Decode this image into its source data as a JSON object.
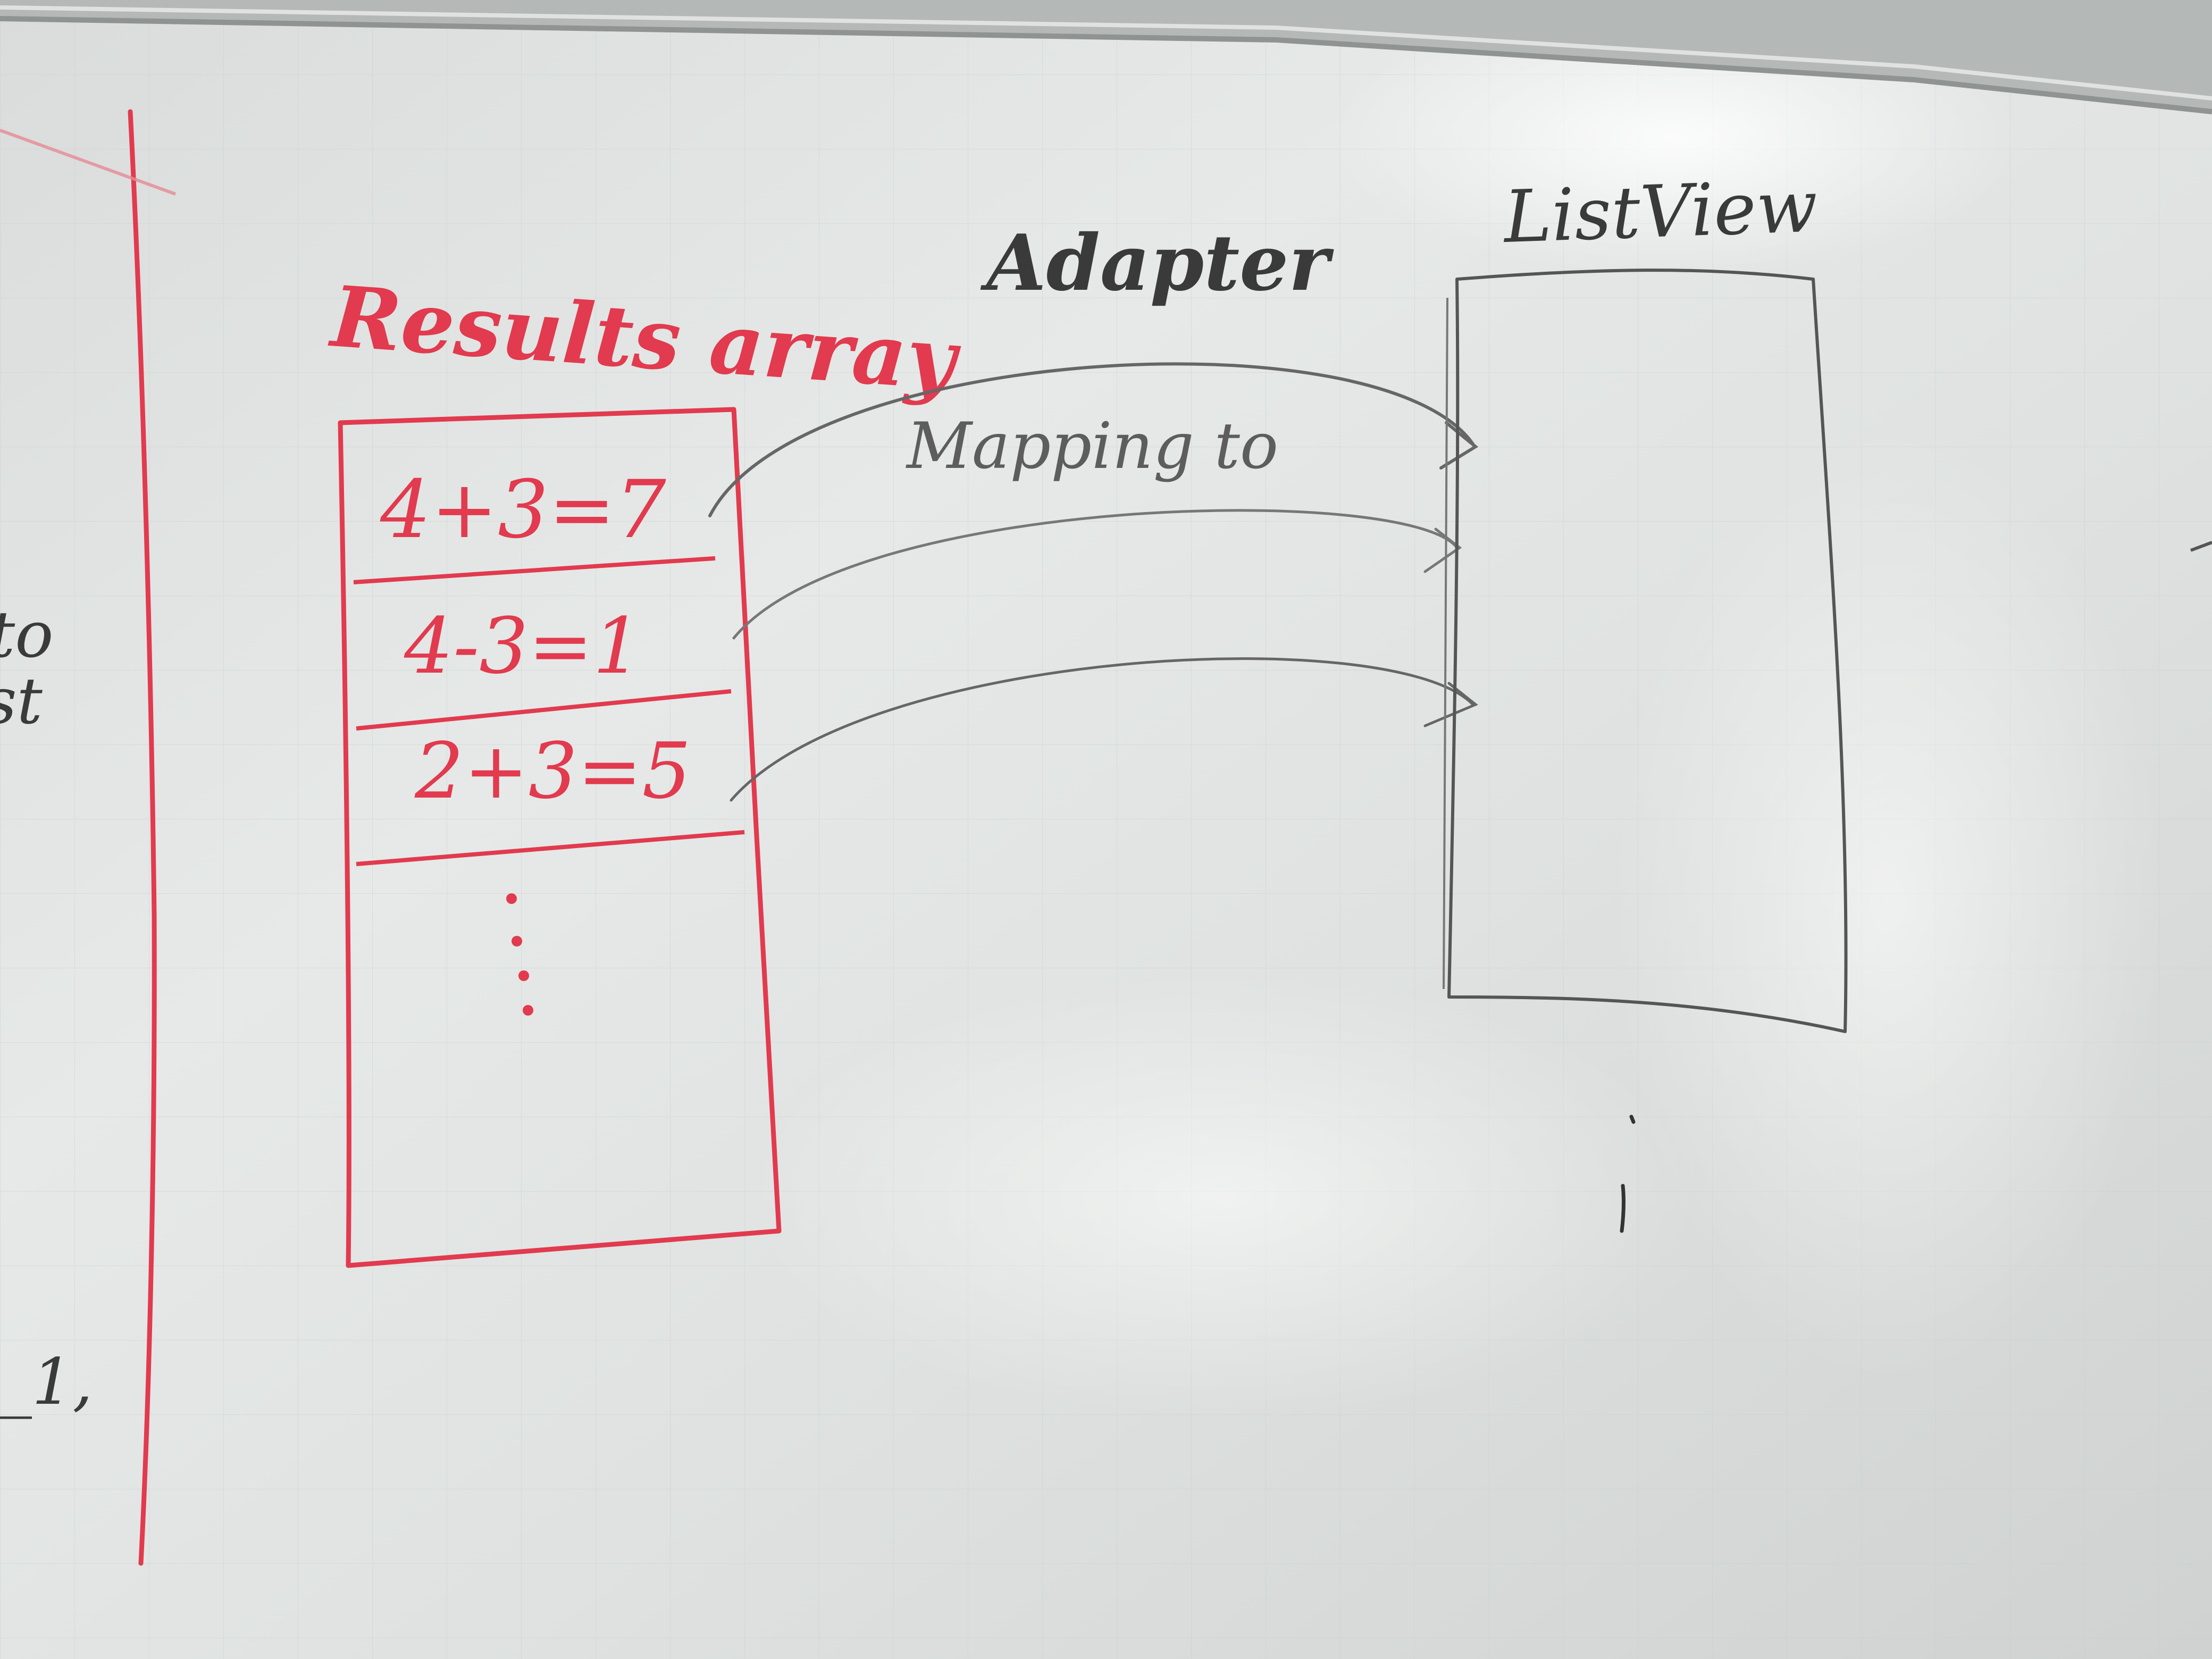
{
  "photo": {
    "subject": "whiteboard",
    "colors": {
      "board": "#e4e7e6",
      "frame": "#a9adac",
      "red_marker": "#e23a4e",
      "black_marker": "#3a3a3a"
    }
  },
  "labels": {
    "results_array": "Results array",
    "adapter": "Adapter",
    "mapping": "Mapping to",
    "list_view": "ListView"
  },
  "results_array_items": [
    "4+3=7",
    "4-3=1",
    "2+3=5"
  ],
  "left_edge_text": {
    "fragment_1": "to",
    "fragment_2": "st",
    "fragment_3": "_1,"
  }
}
